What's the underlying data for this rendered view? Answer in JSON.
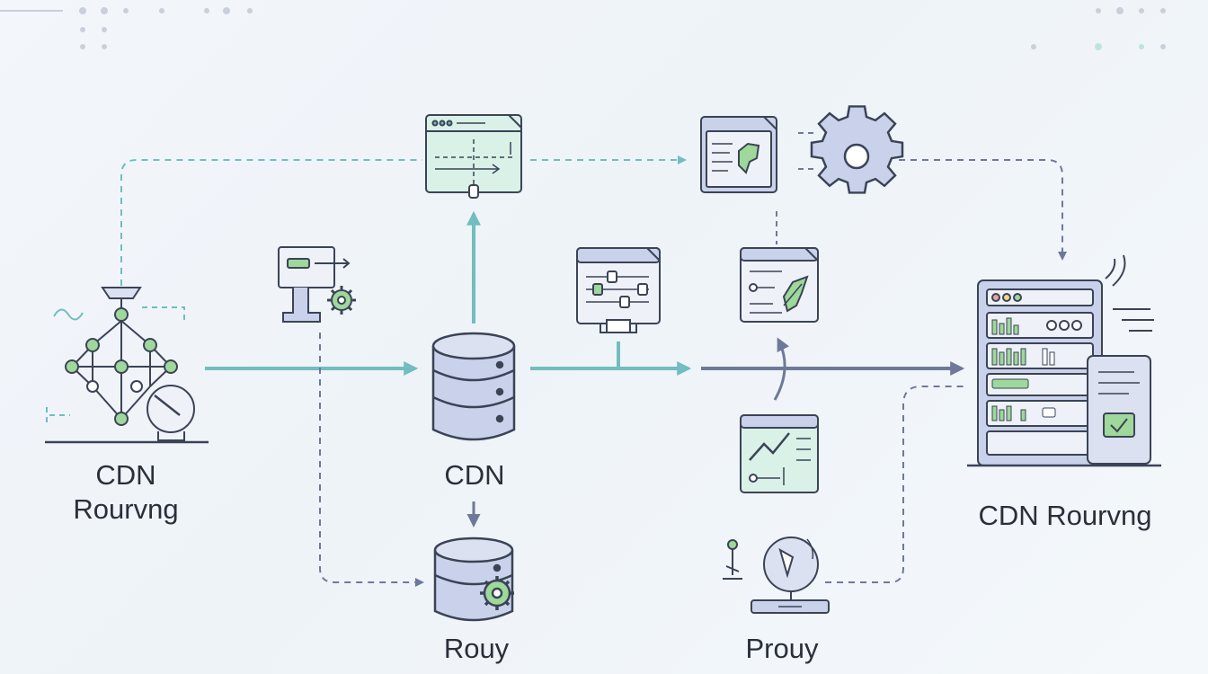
{
  "labels": {
    "left_node": "CDN\nRourvng",
    "center_node": "CDN",
    "bottom_center_node": "Rouy",
    "bottom_right_node": "Prouy",
    "right_node": "CDN Rourvng"
  },
  "colors": {
    "teal": "#72bdbf",
    "teal_dark": "#3f8e93",
    "slate": "#5d6a8c",
    "slate_light": "#8d97b3",
    "outline": "#3b4356",
    "panel_blue": "#c9d2ea",
    "panel_green": "#d9f1e7",
    "accent_green": "#9ed89a"
  },
  "icons": [
    "network-hub-icon",
    "database-icon",
    "database-gear-icon",
    "browser-window-icon",
    "document-puzzle-icon",
    "gear-icon",
    "kiosk-gear-icon",
    "sliders-document-icon",
    "document-leaf-icon",
    "chart-document-icon",
    "satellite-dish-icon",
    "server-rack-icon"
  ]
}
